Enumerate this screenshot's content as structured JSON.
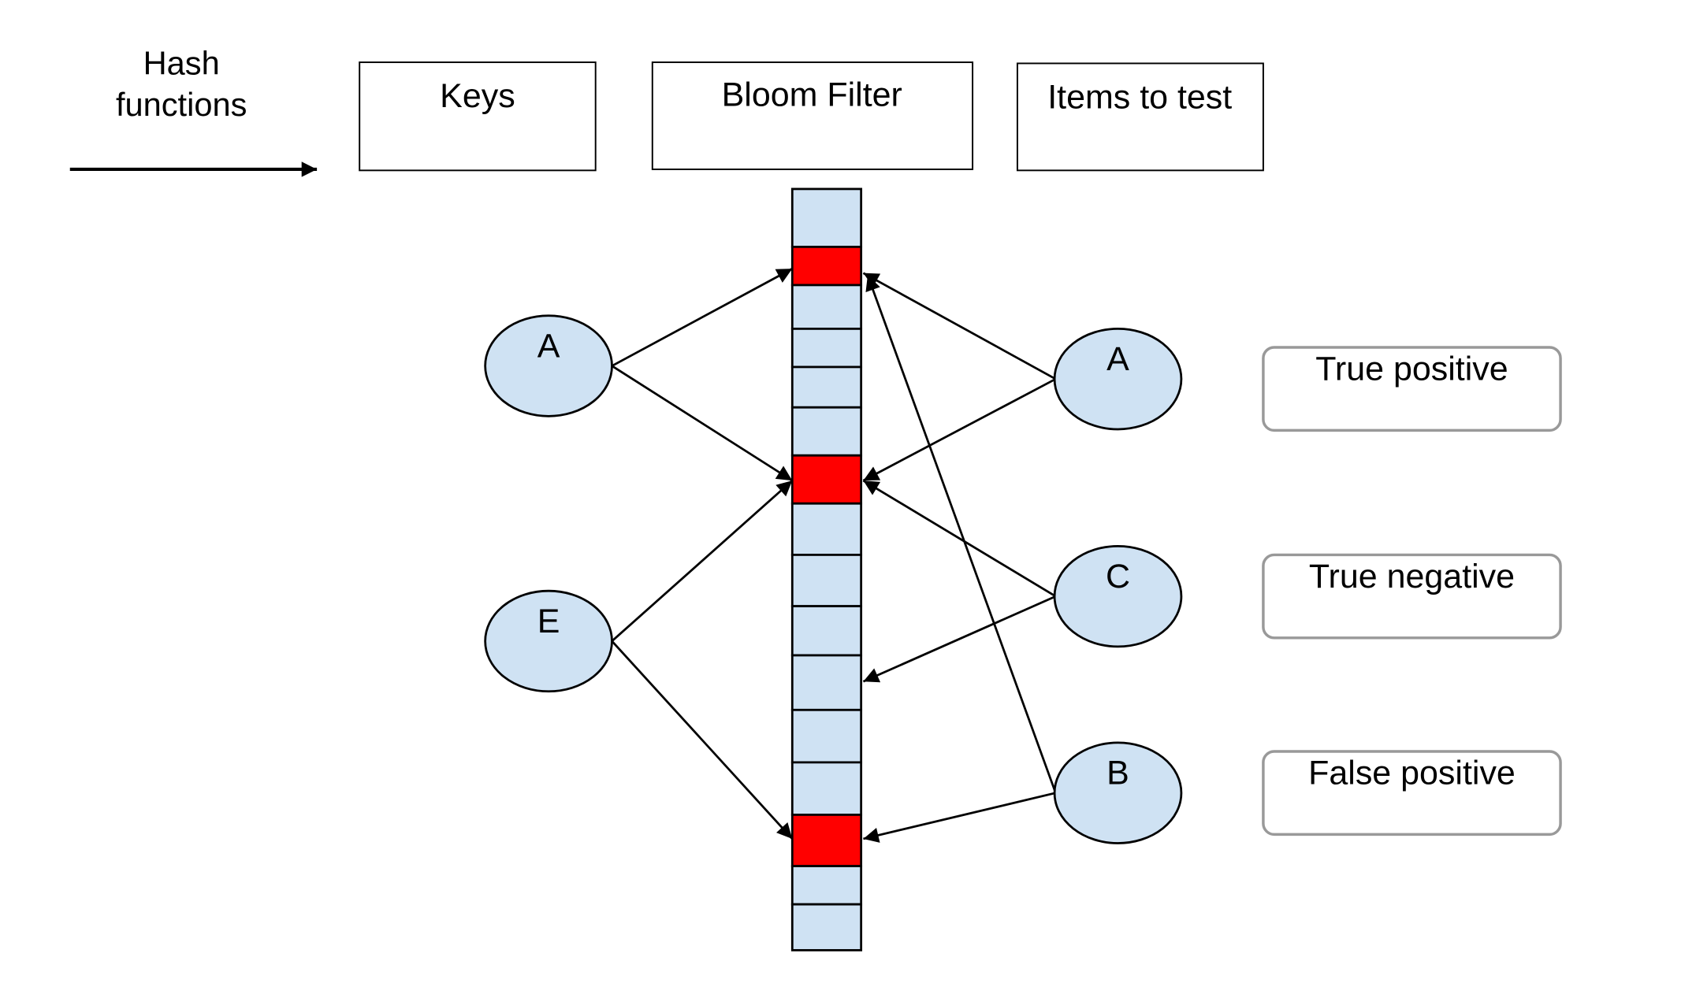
{
  "legend_header": {
    "hash_label_line1": "Hash",
    "hash_label_line2": "functions"
  },
  "columns": {
    "keys": "Keys",
    "bloom_filter": "Bloom Filter",
    "items_to_test": "Items to test"
  },
  "colors": {
    "bit_unset": "#cfe2f3",
    "bit_set": "#ff0000",
    "node_fill": "#cfe2f3"
  },
  "bloom_filter": {
    "bit_count": 16,
    "bits": [
      0,
      1,
      0,
      0,
      0,
      0,
      1,
      0,
      0,
      0,
      0,
      0,
      0,
      1,
      0,
      0
    ]
  },
  "keys": [
    {
      "label": "A",
      "hashes_to_bits": [
        1,
        6
      ]
    },
    {
      "label": "E",
      "hashes_to_bits": [
        6,
        13
      ]
    }
  ],
  "test_items": [
    {
      "label": "A",
      "hashes_to_bits": [
        1,
        6
      ],
      "result": "True positive"
    },
    {
      "label": "C",
      "hashes_to_bits": [
        6,
        11
      ],
      "result": "True negative"
    },
    {
      "label": "B",
      "hashes_to_bits": [
        1,
        13
      ],
      "result": "False positive"
    }
  ],
  "results": [
    "True positive",
    "True negative",
    "False positive"
  ]
}
